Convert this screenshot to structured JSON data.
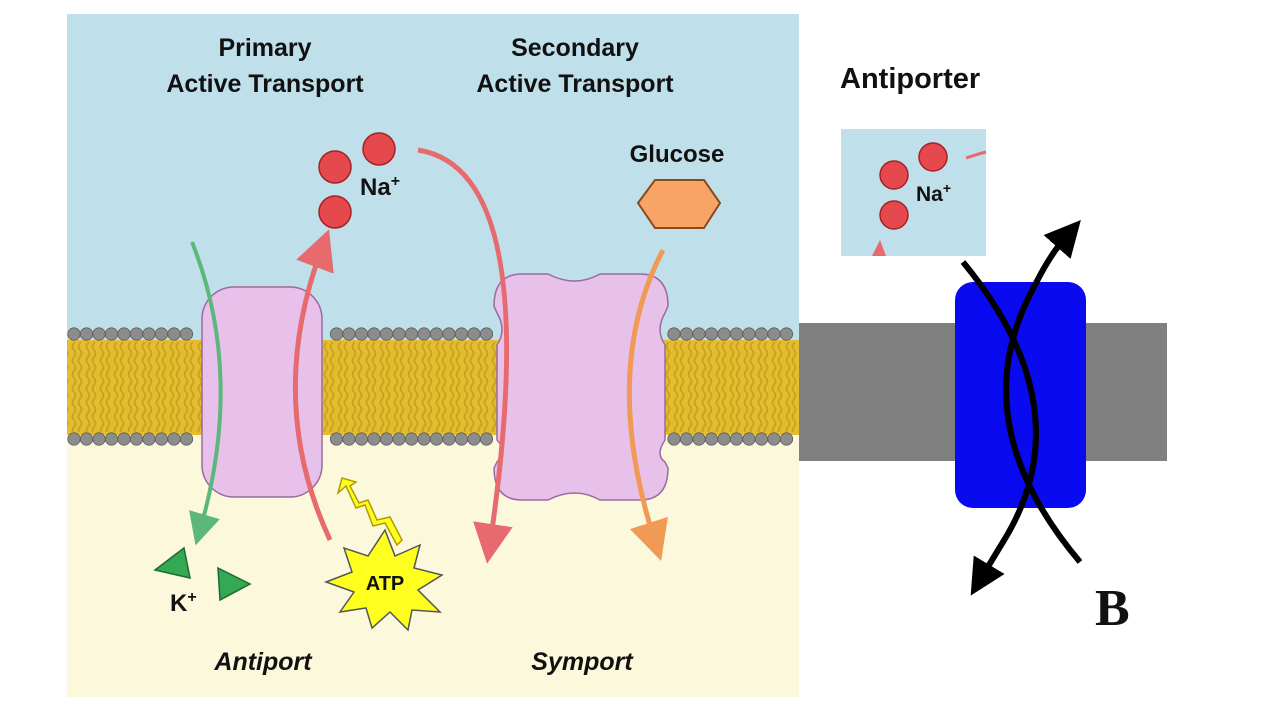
{
  "left_panel": {
    "primary_title_line1": "Primary",
    "primary_title_line2": "Active Transport",
    "secondary_title_line1": "Secondary",
    "secondary_title_line2": "Active Transport",
    "sodium_label": "Na",
    "sodium_charge": "+",
    "potassium_label": "K",
    "potassium_charge": "+",
    "glucose_label": "Glucose",
    "atp_label": "ATP",
    "antiport_label": "Antiport",
    "symport_label": "Symport"
  },
  "right_panel": {
    "title": "Antiporter",
    "sodium_label": "Na",
    "sodium_charge": "+",
    "panel_letter": "B"
  },
  "colors": {
    "extracellular": "#bfe0ea",
    "cytoplasm": "#fbf8dc",
    "membrane_head": "#8c8c8c",
    "membrane_tail": "#e3bd2f",
    "protein": "#e7c1e9",
    "sodium": "#e5484d",
    "potassium": "#34a853",
    "glucose": "#f8a466",
    "atp": "#ffff1e",
    "antiporter_protein": "#0a0af0",
    "antiporter_membrane": "#808080"
  }
}
